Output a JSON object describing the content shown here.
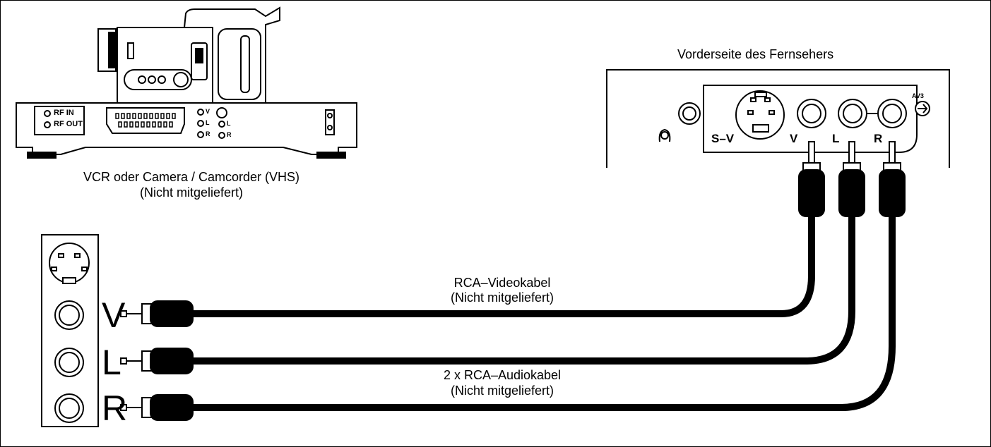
{
  "tv": {
    "title": "Vorderseite des Fernsehers",
    "jacks": {
      "sv": "S–V",
      "v": "V",
      "l": "L",
      "r": "R",
      "av": "AV3"
    }
  },
  "vcr": {
    "caption_line1": "VCR oder Camera / Camcorder (VHS)",
    "caption_line2": "(Nicht mitgeliefert)",
    "rf_in": "RF IN",
    "rf_out": "RF OUT",
    "jack_v": "V",
    "jack_l": "L",
    "jack_r": "R",
    "jack_l2": "L",
    "jack_r2": "R"
  },
  "source_panel": {
    "v": "V",
    "l": "L",
    "r": "R"
  },
  "cables": {
    "video_line1": "RCA–Videokabel",
    "video_line2": "(Nicht mitgeliefert)",
    "audio_line1": "2 x RCA–Audiokabel",
    "audio_line2": "(Nicht mitgeliefert)"
  }
}
